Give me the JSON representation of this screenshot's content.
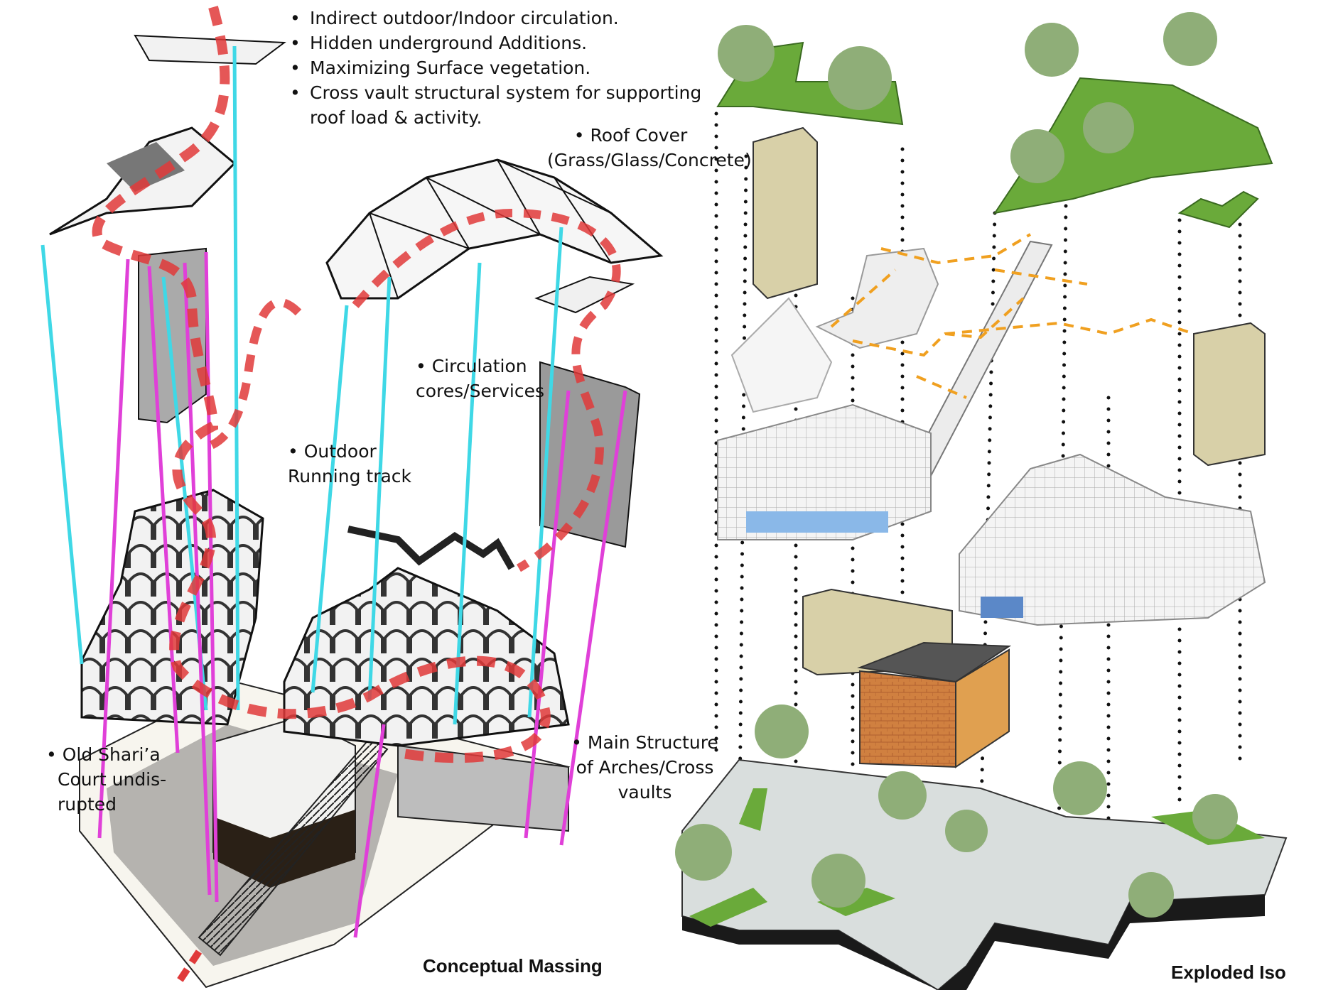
{
  "annotations": {
    "design_points": [
      "Indirect outdoor/Indoor circulation.",
      "Hidden underground Additions.",
      "Maximizing Surface vegetation.",
      "Cross vault structural system for supporting",
      "roof load & activity."
    ],
    "roof_cover": [
      "Roof Cover",
      "(Grass/Glass/Concrete)"
    ],
    "circulation_cores": [
      "Circulation",
      "cores/Services"
    ],
    "running_track": [
      "Outdoor",
      "Running track"
    ],
    "old_court": [
      "Old Shari’a",
      "Court  undis-",
      "rupted"
    ],
    "main_structure": [
      "Main Structure",
      "of Arches/Cross",
      "vaults"
    ]
  },
  "captions": {
    "left": "Conceptual Massing",
    "right": "Exploded Iso"
  },
  "colors": {
    "circulation_path": "#e03a3a",
    "cyan_guides": "#3fd8e6",
    "magenta_guides": "#e040d8",
    "orange_route": "#f0a020",
    "vegetation": "#6aaa3a",
    "dark_mass": "#1a1a1a"
  },
  "bullet_glyph": "•"
}
